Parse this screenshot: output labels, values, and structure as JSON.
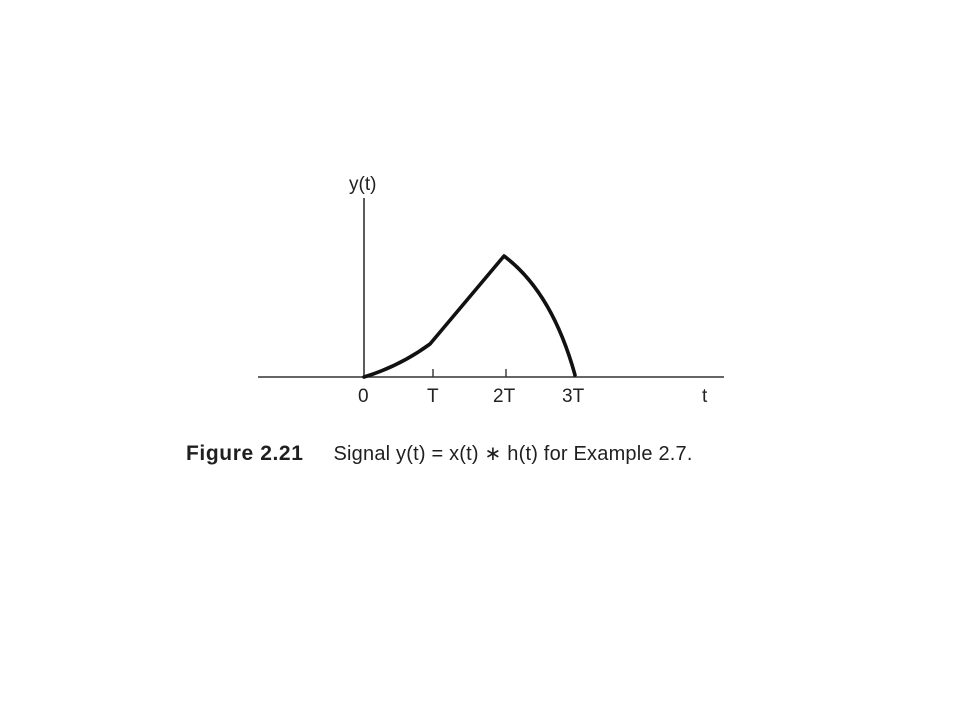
{
  "figure": {
    "y_axis_label": "y(t)",
    "x_axis_label": "t",
    "ticks": [
      "0",
      "T",
      "2T",
      "3T"
    ],
    "caption_label": "Figure 2.21",
    "caption_text": "Signal y(t) = x(t) ∗ h(t) for Example 2.7."
  },
  "colors": {
    "curve": "#111111",
    "axes": "#333333"
  },
  "signal": {
    "description": "piecewise waveform rising from 0 at t=0, bending upward until T, rising linearly to its peak at 2T, then falling back to 0 at 3T",
    "points": [
      {
        "t": 0,
        "y": 0
      },
      {
        "t": 1,
        "y": 0.27
      },
      {
        "t": 2,
        "y": 1.0
      },
      {
        "t": 3,
        "y": 0
      }
    ]
  }
}
